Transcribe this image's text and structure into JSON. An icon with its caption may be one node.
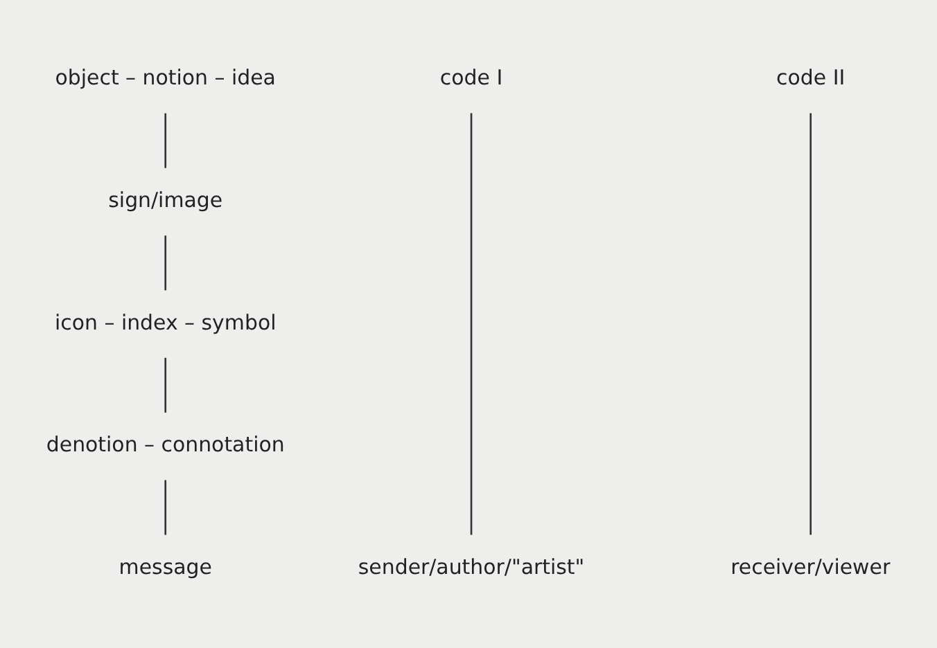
{
  "diagram": {
    "nodes": [
      {
        "text": [
          "object – notion – idea"
        ]
      },
      {
        "text": [
          "code I"
        ]
      },
      {
        "text": [
          "sign/image"
        ]
      },
      {
        "text": [
          "code II"
        ]
      },
      {
        "text": [
          "icon – index – symbol"
        ]
      },
      {
        "text": [
          "denotion – connotation"
        ]
      },
      {
        "text": [
          "sender/author/\"artist\""
        ]
      },
      {
        "text": [
          "message"
        ]
      },
      {
        "text": [
          "receiver/viewer"
        ]
      }
    ],
    "edges": [
      {
        "from": 0,
        "to": 2,
        "arrow": "none"
      },
      {
        "from": 2,
        "to": 4,
        "arrow": "none"
      },
      {
        "from": 4,
        "to": 5,
        "arrow": "none"
      },
      {
        "from": 5,
        "to": 7,
        "arrow": "none"
      },
      {
        "from": 1,
        "to": 6,
        "arrow": "none"
      },
      {
        "from": 3,
        "to": 8,
        "arrow": "none"
      }
    ]
  }
}
